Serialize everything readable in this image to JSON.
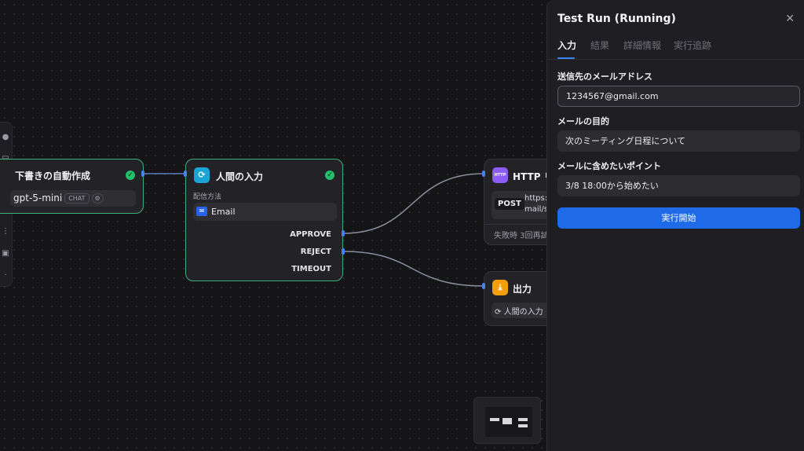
{
  "nodes": {
    "draft": {
      "title": "下書きの自動作成",
      "model": "gpt-5-mini",
      "model_tag": "CHAT"
    },
    "human": {
      "title": "人間の入力",
      "delivery_label": "配信方法",
      "delivery_value": "Email",
      "branches": [
        "APPROVE",
        "REJECT",
        "TIMEOUT"
      ]
    },
    "http": {
      "title": "HTTP リ",
      "icon_text": "HTTP",
      "method": "POST",
      "url_line1": "https:",
      "url_line2": "mail/s",
      "retry": "失敗時 3回再試"
    },
    "output": {
      "title": "出力",
      "source": "人間の入力"
    }
  },
  "panel": {
    "title": "Test Run (Running)",
    "close_icon": "close-icon",
    "tabs": [
      "入力",
      "結果",
      "詳細情報",
      "実行追跡"
    ],
    "active_tab": "入力",
    "fields": [
      {
        "label": "送信先のメールアドレス",
        "value": "1234567@gmail.com"
      },
      {
        "label": "メールの目的",
        "value": "次のミーティング日程について"
      },
      {
        "label": "メールに含めたいポイント",
        "value": "3/8 18:00から始めたい"
      }
    ],
    "run_button": "実行開始"
  },
  "colors": {
    "accent": "#1f6ae8",
    "success": "#22c06a",
    "human_icon": "#1aa3d4",
    "http_icon": "#8b5cf6",
    "output_icon": "#f59e0b"
  }
}
